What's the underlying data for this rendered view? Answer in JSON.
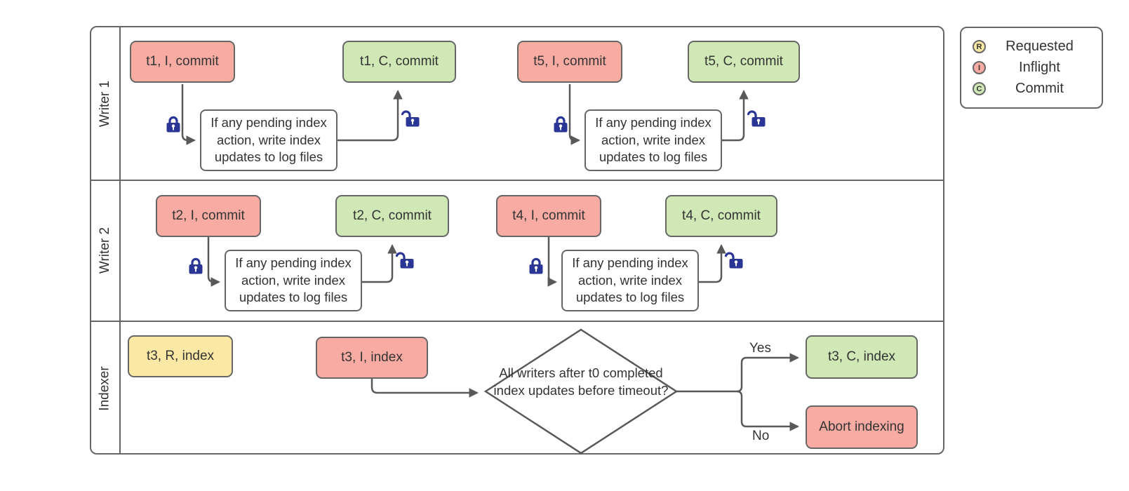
{
  "colors": {
    "inflight": "#f8aba3",
    "commit": "#cfe8b6",
    "requested": "#fbe8a4",
    "border": "#666666",
    "line": "#595959",
    "text": "#333333",
    "lock": "#2b3595"
  },
  "pool": {
    "lanes": [
      {
        "label": "Writer 1"
      },
      {
        "label": "Writer 2"
      },
      {
        "label": "Indexer"
      }
    ]
  },
  "labels": {
    "process": "If any pending index action, write index updates to log files",
    "decision": "All writers after t0 completed index updates before timeout?",
    "yes": "Yes",
    "no": "No"
  },
  "nodes": {
    "t1_inflight": {
      "label": "t1, I, commit",
      "state": "inflight"
    },
    "t1_commit": {
      "label": "t1, C, commit",
      "state": "commit"
    },
    "t5_inflight": {
      "label": "t5, I, commit",
      "state": "inflight"
    },
    "t5_commit": {
      "label": "t5, C, commit",
      "state": "commit"
    },
    "t2_inflight": {
      "label": "t2, I, commit",
      "state": "inflight"
    },
    "t2_commit": {
      "label": "t2, C, commit",
      "state": "commit"
    },
    "t4_inflight": {
      "label": "t4, I, commit",
      "state": "inflight"
    },
    "t4_commit": {
      "label": "t4, C, commit",
      "state": "commit"
    },
    "t3_requested": {
      "label": "t3, R, index",
      "state": "requested"
    },
    "t3_inflight": {
      "label": "t3, I, index",
      "state": "inflight"
    },
    "t3_commit": {
      "label": "t3, C, index",
      "state": "commit"
    },
    "abort": {
      "label": "Abort indexing",
      "state": "inflight"
    }
  },
  "legend": {
    "items": [
      {
        "letter": "R",
        "label": "Requested",
        "state": "requested"
      },
      {
        "letter": "I",
        "label": "Inflight",
        "state": "inflight"
      },
      {
        "letter": "C",
        "label": "Commit",
        "state": "commit"
      }
    ]
  }
}
